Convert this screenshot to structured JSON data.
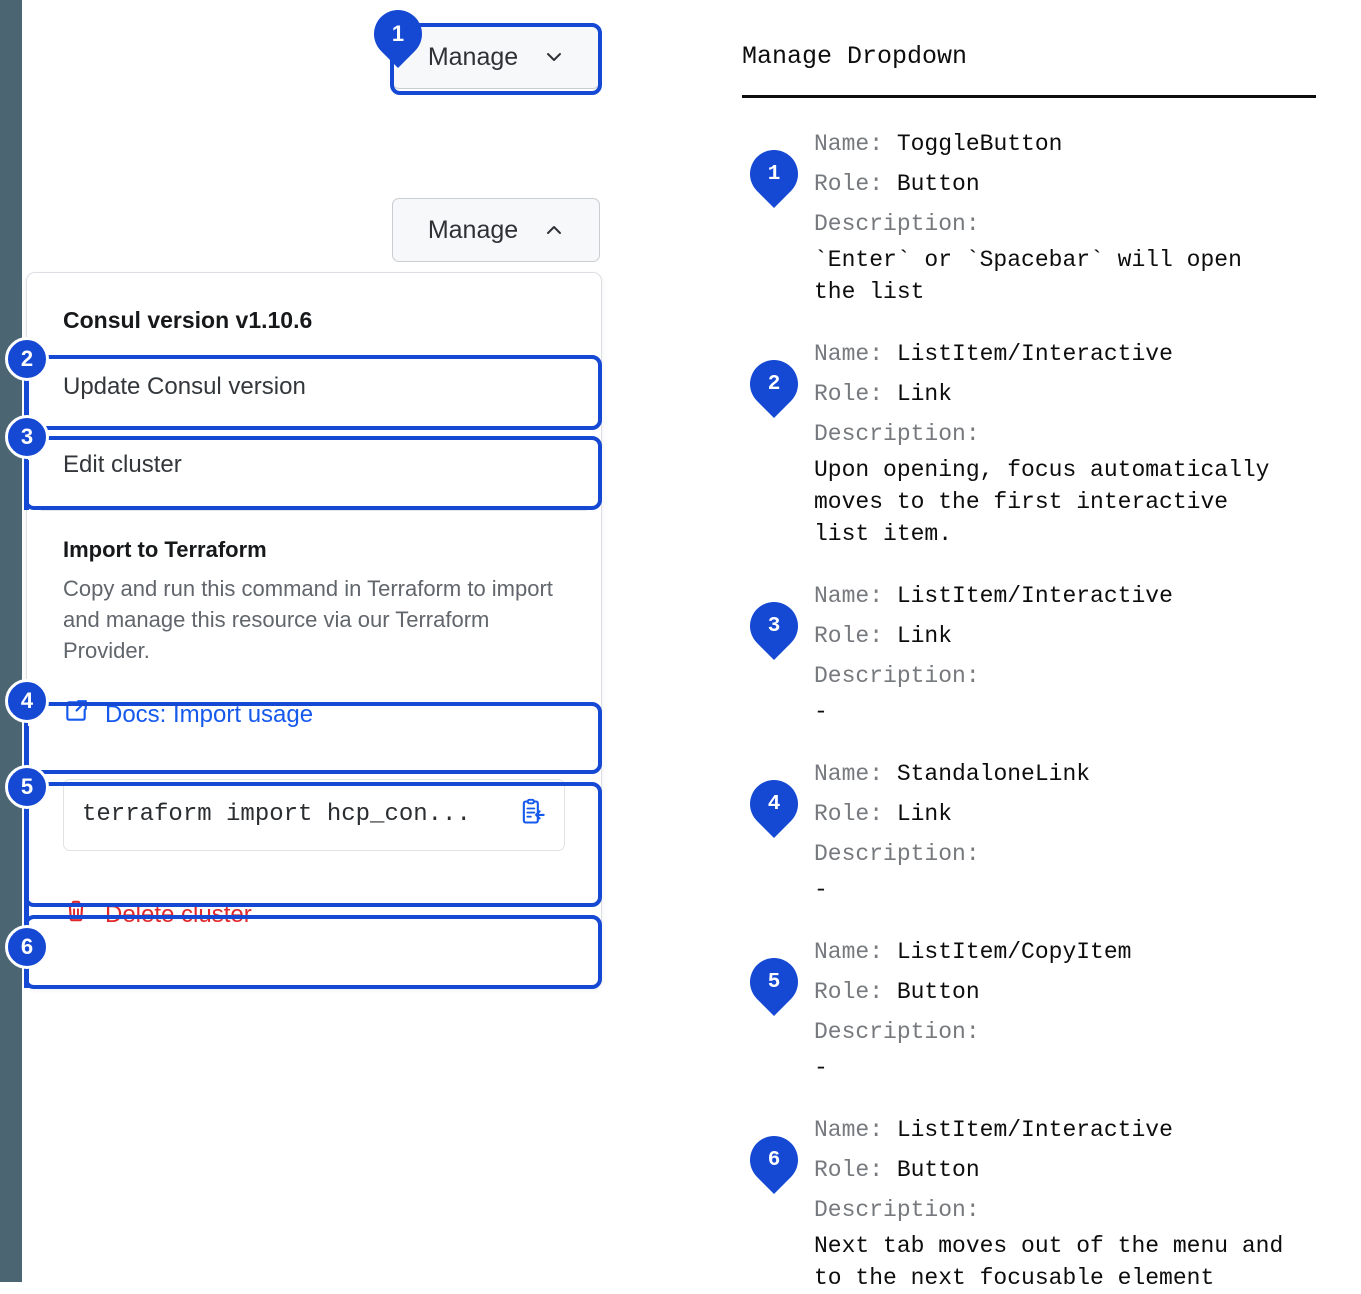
{
  "left_rail_color": "#4b6572",
  "accent_color": "#1549d4",
  "link_color": "#1559ed",
  "danger_color": "#e0282b",
  "toggle_closed": {
    "label": "Manage",
    "icon": "chevron-down-icon"
  },
  "toggle_open": {
    "label": "Manage",
    "icon": "chevron-up-icon"
  },
  "dropdown": {
    "version_header": "Consul version v1.10.6",
    "update_item": "Update Consul version",
    "edit_item": "Edit cluster",
    "terraform_title": "Import to Terraform",
    "terraform_body": "Copy and run this command in Terraform to import and manage this resource via our Terraform Provider.",
    "docs_link": "Docs: Import usage",
    "docs_link_icon": "external-link-icon",
    "command": "terraform import hcp_con...",
    "copy_icon": "copy-clipboard-icon",
    "delete_item": "Delete cluster",
    "delete_icon": "trash-icon"
  },
  "markers": [
    "1",
    "2",
    "3",
    "4",
    "5",
    "6"
  ],
  "legend": {
    "title": "Manage Dropdown",
    "label_name": "Name:",
    "label_role": "Role:",
    "label_description": "Description:",
    "entries": [
      {
        "marker": "1",
        "name": "ToggleButton",
        "role": "Button",
        "description": "`Enter` or `Spacebar` will open\nthe list"
      },
      {
        "marker": "2",
        "name": "ListItem/Interactive",
        "role": "Link",
        "description": "Upon opening, focus automatically\nmoves to the first interactive\nlist item."
      },
      {
        "marker": "3",
        "name": "ListItem/Interactive",
        "role": "Link",
        "description": "-"
      },
      {
        "marker": "4",
        "name": "StandaloneLink",
        "role": "Link",
        "description": "-"
      },
      {
        "marker": "5",
        "name": "ListItem/CopyItem",
        "role": "Button",
        "description": "-"
      },
      {
        "marker": "6",
        "name": "ListItem/Interactive",
        "role": "Button",
        "description": "Next tab moves out of the menu and\nto the next focusable element"
      }
    ]
  }
}
